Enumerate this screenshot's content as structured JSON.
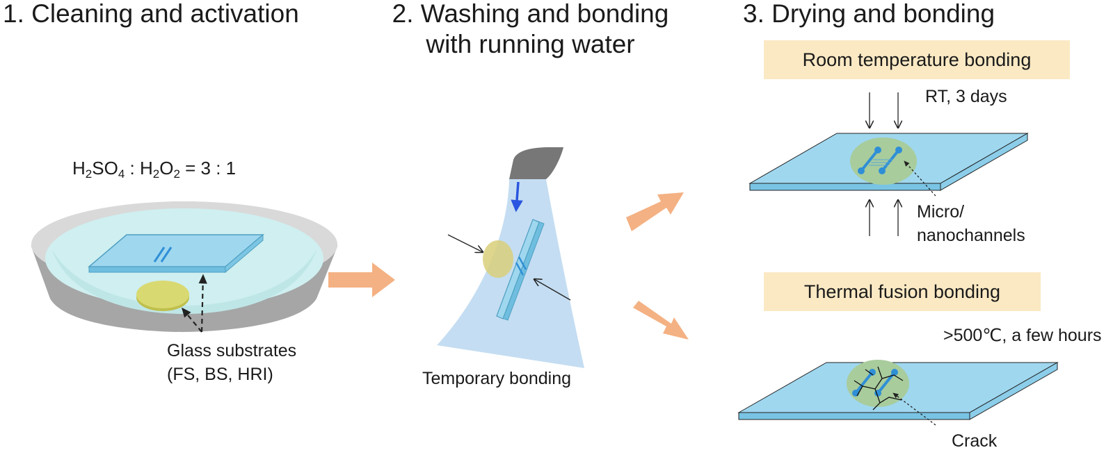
{
  "step1": {
    "title": "1. Cleaning and activation",
    "formula": {
      "acid": "H",
      "acid_sub1": "2",
      "acid_rest": "SO",
      "acid_sub2": "4",
      "sep": " : ",
      "perox": "H",
      "perox_sub1": "2",
      "perox_rest": "O",
      "perox_sub2": "2",
      "ratio": " = 3 : 1"
    },
    "substrates_line1": "Glass substrates",
    "substrates_line2": "(FS, BS, HRI)"
  },
  "step2": {
    "title_line1": "2. Washing and bonding",
    "title_line2": "with running water",
    "caption": "Temporary bonding"
  },
  "step3": {
    "title": "3. Drying and bonding",
    "rt_box": "Room temperature bonding",
    "rt_condition": "RT, 3 days",
    "channels_line1": "Micro/",
    "channels_line2": "nanochannels",
    "thermal_box": "Thermal fusion bonding",
    "thermal_condition": ">500℃, a few hours",
    "crack": "Crack"
  },
  "colors": {
    "arrow_orange": "#f4b183",
    "glass_blue": "#9fd7ef",
    "glass_edge": "#4f9fc2",
    "disc_yellow": "#d9d971",
    "disc_green": "#a8cc9c",
    "channel_blue": "#2f8fd6",
    "water_blue": "#c4ddf2",
    "faucet_gray": "#777777",
    "box_fill": "#fbe9c4",
    "dish_gray": "#a6a6a6",
    "dish_water": "#cfeff0"
  }
}
